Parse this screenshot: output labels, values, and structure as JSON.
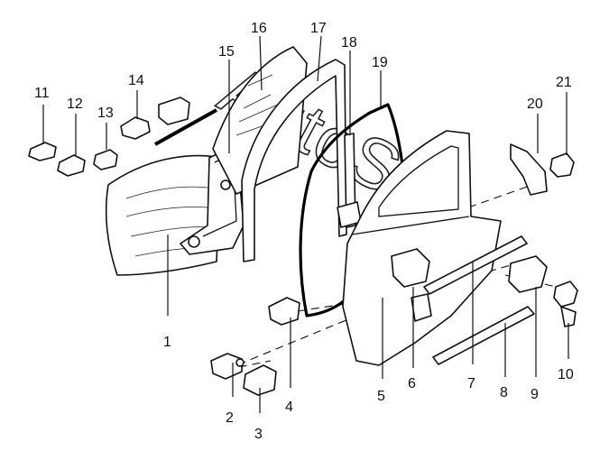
{
  "callouts": [
    {
      "id": "1",
      "label": "1"
    },
    {
      "id": "2",
      "label": "2"
    },
    {
      "id": "3",
      "label": "3"
    },
    {
      "id": "4",
      "label": "4"
    },
    {
      "id": "5",
      "label": "5"
    },
    {
      "id": "6",
      "label": "6"
    },
    {
      "id": "7",
      "label": "7"
    },
    {
      "id": "8",
      "label": "8"
    },
    {
      "id": "9",
      "label": "9"
    },
    {
      "id": "10",
      "label": "10"
    },
    {
      "id": "11",
      "label": "11"
    },
    {
      "id": "12",
      "label": "12"
    },
    {
      "id": "13",
      "label": "13"
    },
    {
      "id": "14",
      "label": "14"
    },
    {
      "id": "15",
      "label": "15"
    },
    {
      "id": "16",
      "label": "16"
    },
    {
      "id": "17",
      "label": "17"
    },
    {
      "id": "18",
      "label": "18"
    },
    {
      "id": "19",
      "label": "19"
    },
    {
      "id": "20",
      "label": "20"
    },
    {
      "id": "21",
      "label": "21"
    }
  ],
  "watermark": "AutoSoft",
  "colors": {
    "line": "#111111",
    "background": "#ffffff"
  }
}
